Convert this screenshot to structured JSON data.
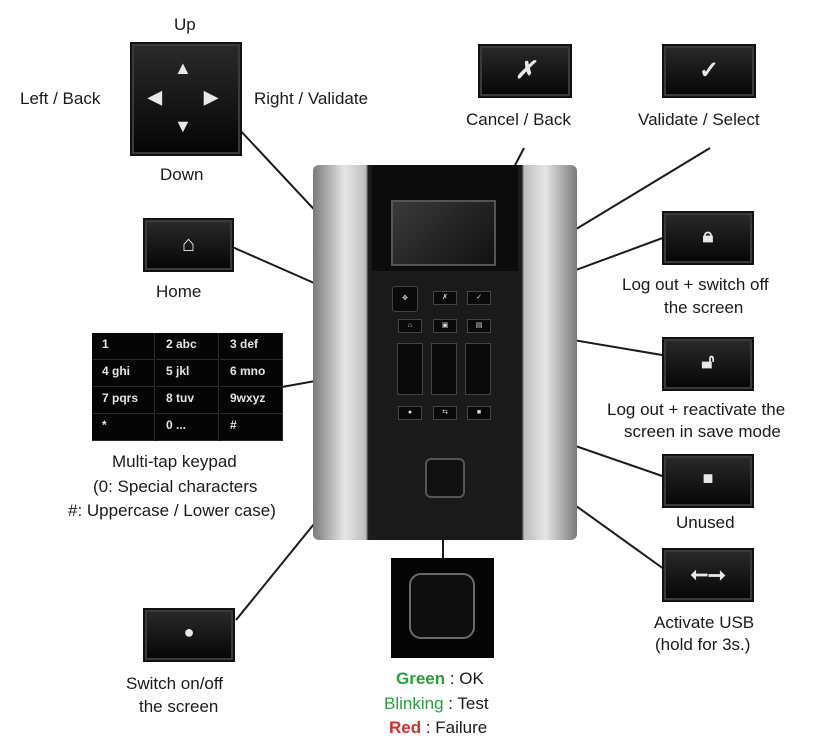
{
  "labels": {
    "up": "Up",
    "down": "Down",
    "left_back": "Left / Back",
    "right_validate": "Right / Validate",
    "cancel_back": "Cancel / Back",
    "validate_select": "Validate / Select",
    "home": "Home",
    "logout_off_1": "Log out + switch off",
    "logout_off_2": "the screen",
    "logout_react_1": "Log out + reactivate the",
    "logout_react_2": "screen in save mode",
    "unused": "Unused",
    "usb_1": "Activate USB",
    "usb_2": "(hold for 3s.)",
    "keypad_1": "Multi-tap keypad",
    "keypad_2": "(0: Special characters",
    "keypad_3": "#: Uppercase / Lower case)",
    "switch_1": "Switch on/off",
    "switch_2": "the screen",
    "green": "Green",
    "green_desc": " : OK",
    "blinking": "Blinking",
    "blinking_desc": " : Test",
    "red": "Red",
    "red_desc": " : Failure"
  },
  "keypad": [
    [
      "1",
      "2 abc",
      "3 def"
    ],
    [
      "4 ghi",
      "5 jkl",
      "6 mno"
    ],
    [
      "7 pqrs",
      "8 tuv",
      "9wxyz"
    ],
    [
      "*",
      "0 ...",
      "#"
    ]
  ],
  "colors": {
    "green": "#2a9d3c",
    "red": "#d32f2f"
  },
  "icons": [
    "arrows-icon",
    "cross-icon",
    "check-icon",
    "home-icon",
    "lock-closed-icon",
    "lock-open-icon",
    "square-icon",
    "usb-icon",
    "dot-icon",
    "fingerprint-sensor-icon"
  ]
}
